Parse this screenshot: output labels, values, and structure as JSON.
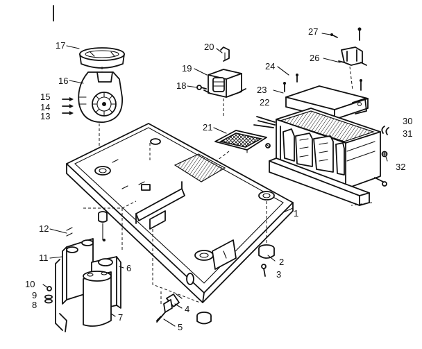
{
  "callouts": [
    {
      "id": "1",
      "text": "1"
    },
    {
      "id": "2",
      "text": "2"
    },
    {
      "id": "3",
      "text": "3"
    },
    {
      "id": "4",
      "text": "4"
    },
    {
      "id": "5",
      "text": "5"
    },
    {
      "id": "6",
      "text": "6"
    },
    {
      "id": "7",
      "text": "7"
    },
    {
      "id": "8",
      "text": "8"
    },
    {
      "id": "9",
      "text": "9"
    },
    {
      "id": "10",
      "text": "10"
    },
    {
      "id": "11",
      "text": "11"
    },
    {
      "id": "12",
      "text": "12"
    },
    {
      "id": "13",
      "text": "13"
    },
    {
      "id": "14",
      "text": "14"
    },
    {
      "id": "15",
      "text": "15"
    },
    {
      "id": "16",
      "text": "16"
    },
    {
      "id": "17",
      "text": "17"
    },
    {
      "id": "18",
      "text": "18"
    },
    {
      "id": "19",
      "text": "19"
    },
    {
      "id": "20",
      "text": "20"
    },
    {
      "id": "21",
      "text": "21"
    },
    {
      "id": "22",
      "text": "22"
    },
    {
      "id": "23",
      "text": "23"
    },
    {
      "id": "24",
      "text": "24"
    },
    {
      "id": "26",
      "text": "26"
    },
    {
      "id": "27",
      "text": "27"
    },
    {
      "id": "30",
      "text": "30"
    },
    {
      "id": "31",
      "text": "31"
    },
    {
      "id": "32",
      "text": "32"
    }
  ]
}
